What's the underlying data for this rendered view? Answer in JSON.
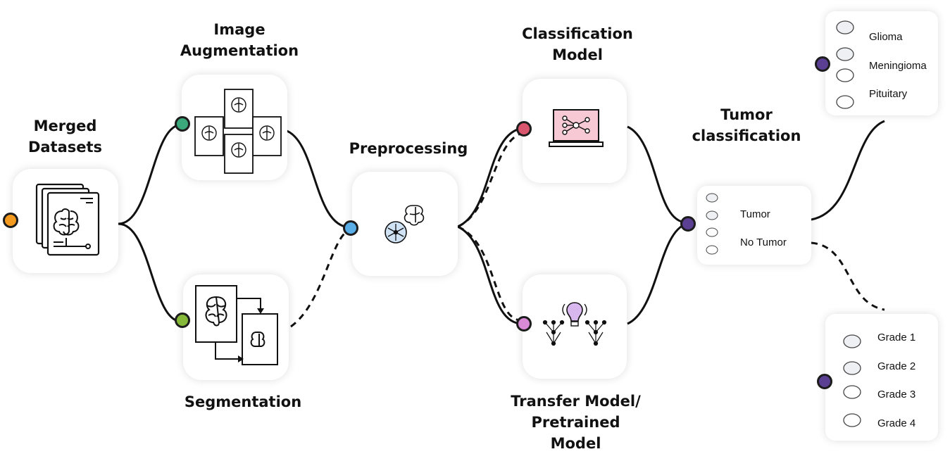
{
  "stages": {
    "merged": "Merged\nDatasets",
    "augmentation": "Image\nAugmentation",
    "segmentation": "Segmentation",
    "preprocessing": "Preprocessing",
    "classification_model": "Classification\nModel",
    "transfer_model": "Transfer Model/\nPretrained\nModel",
    "tumor_classification": "Tumor\nclassification"
  },
  "tumor_box": {
    "items": [
      "Tumor",
      "No Tumor"
    ]
  },
  "type_box": {
    "items": [
      "Glioma",
      "Meningioma",
      "Pituitary"
    ]
  },
  "grade_box": {
    "items": [
      "Grade 1",
      "Grade 2",
      "Grade 3",
      "Grade 4"
    ]
  },
  "colors": {
    "merged_dot": "#f39a1f",
    "augmentation_dot": "#3aa87a",
    "segmentation_dot": "#86b83a",
    "preprocessing_dot": "#5aaee8",
    "classification_dot": "#d9566e",
    "transfer_dot": "#d98ad6",
    "tumor_dot": "#5b3f93",
    "type_dot": "#5b3f93",
    "grade_dot": "#5b3f93"
  }
}
